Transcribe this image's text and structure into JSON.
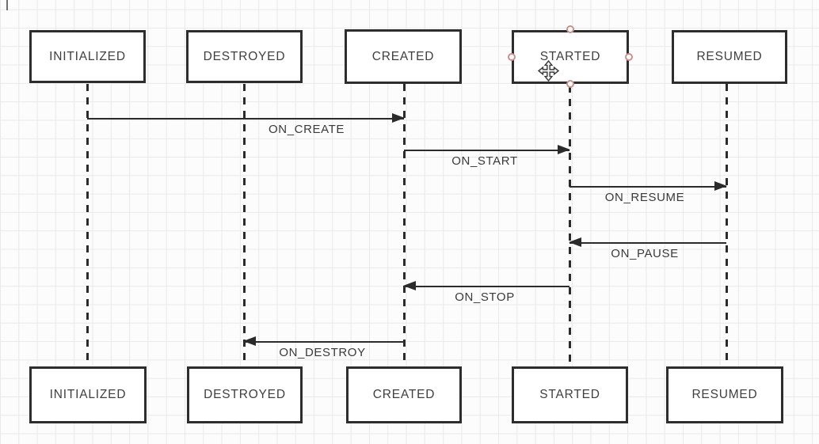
{
  "canvas": {
    "stroke_color": "#2b2b2b",
    "grid_color": "#e9e9e9",
    "selection_handle_color": "#c9908f"
  },
  "lifelines": {
    "top": [
      {
        "label": "INITIALIZED"
      },
      {
        "label": "DESTROYED"
      },
      {
        "label": "CREATED"
      },
      {
        "label": "STARTED",
        "selected": true
      },
      {
        "label": "RESUMED"
      }
    ],
    "bottom": [
      {
        "label": "INITIALIZED"
      },
      {
        "label": "DESTROYED"
      },
      {
        "label": "CREATED"
      },
      {
        "label": "STARTED"
      },
      {
        "label": "RESUMED"
      }
    ]
  },
  "messages": [
    {
      "label": "ON_CREATE",
      "from": "INITIALIZED",
      "to": "CREATED",
      "direction": "right"
    },
    {
      "label": "ON_START",
      "from": "CREATED",
      "to": "STARTED",
      "direction": "right"
    },
    {
      "label": "ON_RESUME",
      "from": "STARTED",
      "to": "RESUMED",
      "direction": "right"
    },
    {
      "label": "ON_PAUSE",
      "from": "RESUMED",
      "to": "STARTED",
      "direction": "left"
    },
    {
      "label": "ON_STOP",
      "from": "STARTED",
      "to": "CREATED",
      "direction": "left"
    },
    {
      "label": "ON_DESTROY",
      "from": "CREATED",
      "to": "DESTROYED",
      "direction": "left"
    }
  ],
  "cursor": {
    "icon": "move-cursor-icon"
  }
}
